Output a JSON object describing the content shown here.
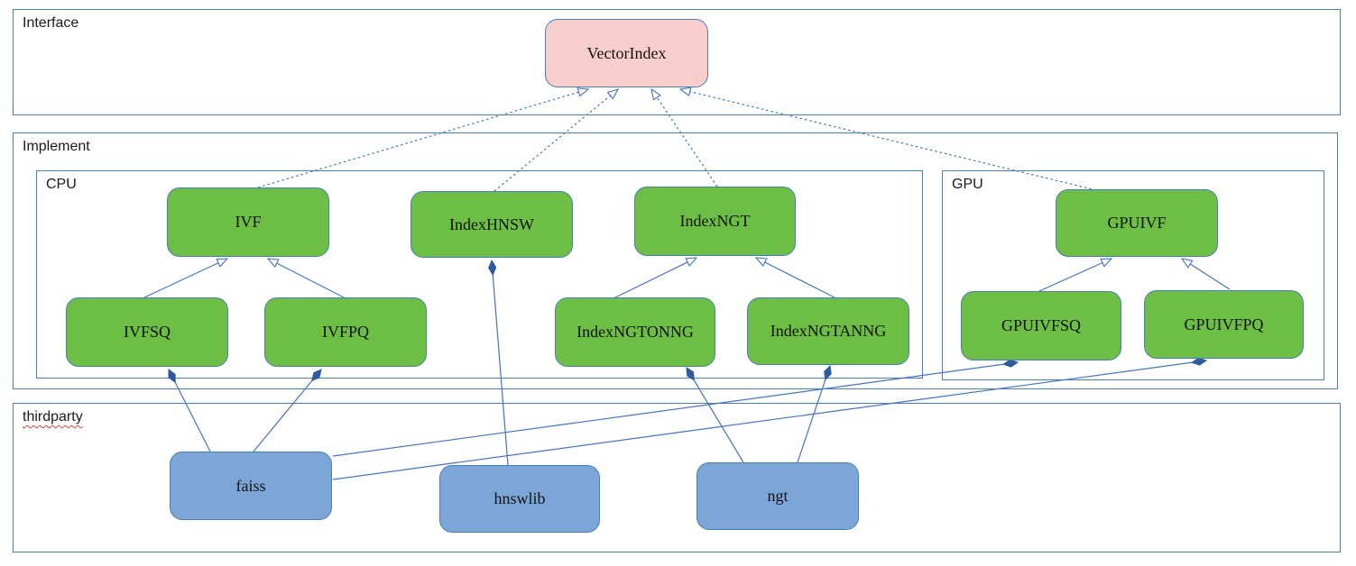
{
  "sections": {
    "interface": {
      "label": "Interface"
    },
    "implement": {
      "label": "Implement"
    },
    "cpu": {
      "label": "CPU"
    },
    "gpu": {
      "label": "GPU"
    },
    "thirdparty": {
      "label": "thirdparty"
    }
  },
  "nodes": {
    "vectorindex": {
      "label": "VectorIndex"
    },
    "ivf": {
      "label": "IVF"
    },
    "indexhnsw": {
      "label": "IndexHNSW"
    },
    "indexngt": {
      "label": "IndexNGT"
    },
    "gpuivf": {
      "label": "GPUIVF"
    },
    "ivfsq": {
      "label": "IVFSQ"
    },
    "ivfpq": {
      "label": "IVFPQ"
    },
    "indexngtonng": {
      "label": "IndexNGTONNG"
    },
    "indexngtanng": {
      "label": "IndexNGTANNG"
    },
    "gpuivfsq": {
      "label": "GPUIVFSQ"
    },
    "gpuivfpq": {
      "label": "GPUIVFPQ"
    },
    "faiss": {
      "label": "faiss"
    },
    "hnswlib": {
      "label": "hnswlib"
    },
    "ngt": {
      "label": "ngt"
    }
  },
  "relationships": [
    {
      "from": "IVF",
      "to": "VectorIndex",
      "type": "dashed-inheritance"
    },
    {
      "from": "IndexHNSW",
      "to": "VectorIndex",
      "type": "dashed-inheritance"
    },
    {
      "from": "IndexNGT",
      "to": "VectorIndex",
      "type": "dashed-inheritance"
    },
    {
      "from": "GPUIVF",
      "to": "VectorIndex",
      "type": "dashed-inheritance"
    },
    {
      "from": "IVFSQ",
      "to": "IVF",
      "type": "inheritance"
    },
    {
      "from": "IVFPQ",
      "to": "IVF",
      "type": "inheritance"
    },
    {
      "from": "IndexNGTONNG",
      "to": "IndexNGT",
      "type": "inheritance"
    },
    {
      "from": "IndexNGTANNG",
      "to": "IndexNGT",
      "type": "inheritance"
    },
    {
      "from": "GPUIVFSQ",
      "to": "GPUIVF",
      "type": "inheritance"
    },
    {
      "from": "GPUIVFPQ",
      "to": "GPUIVF",
      "type": "inheritance"
    },
    {
      "from": "faiss",
      "to": "IVFSQ",
      "type": "composition"
    },
    {
      "from": "faiss",
      "to": "IVFPQ",
      "type": "composition"
    },
    {
      "from": "faiss",
      "to": "GPUIVFSQ",
      "type": "composition"
    },
    {
      "from": "faiss",
      "to": "GPUIVFPQ",
      "type": "composition"
    },
    {
      "from": "hnswlib",
      "to": "IndexHNSW",
      "type": "composition"
    },
    {
      "from": "ngt",
      "to": "IndexNGTONNG",
      "type": "composition"
    },
    {
      "from": "ngt",
      "to": "IndexNGTANNG",
      "type": "composition"
    }
  ],
  "colors": {
    "green_fill": "#6cbe45",
    "pink_fill": "#f8cecc",
    "blue_fill": "#7da6d8",
    "shape_border": "#4a7ebb",
    "section_border": "#4a7ebb",
    "connector_line": "#4472c4",
    "diamond_fill": "#2e5b9f",
    "squiggle_underline": "#e03c31"
  }
}
